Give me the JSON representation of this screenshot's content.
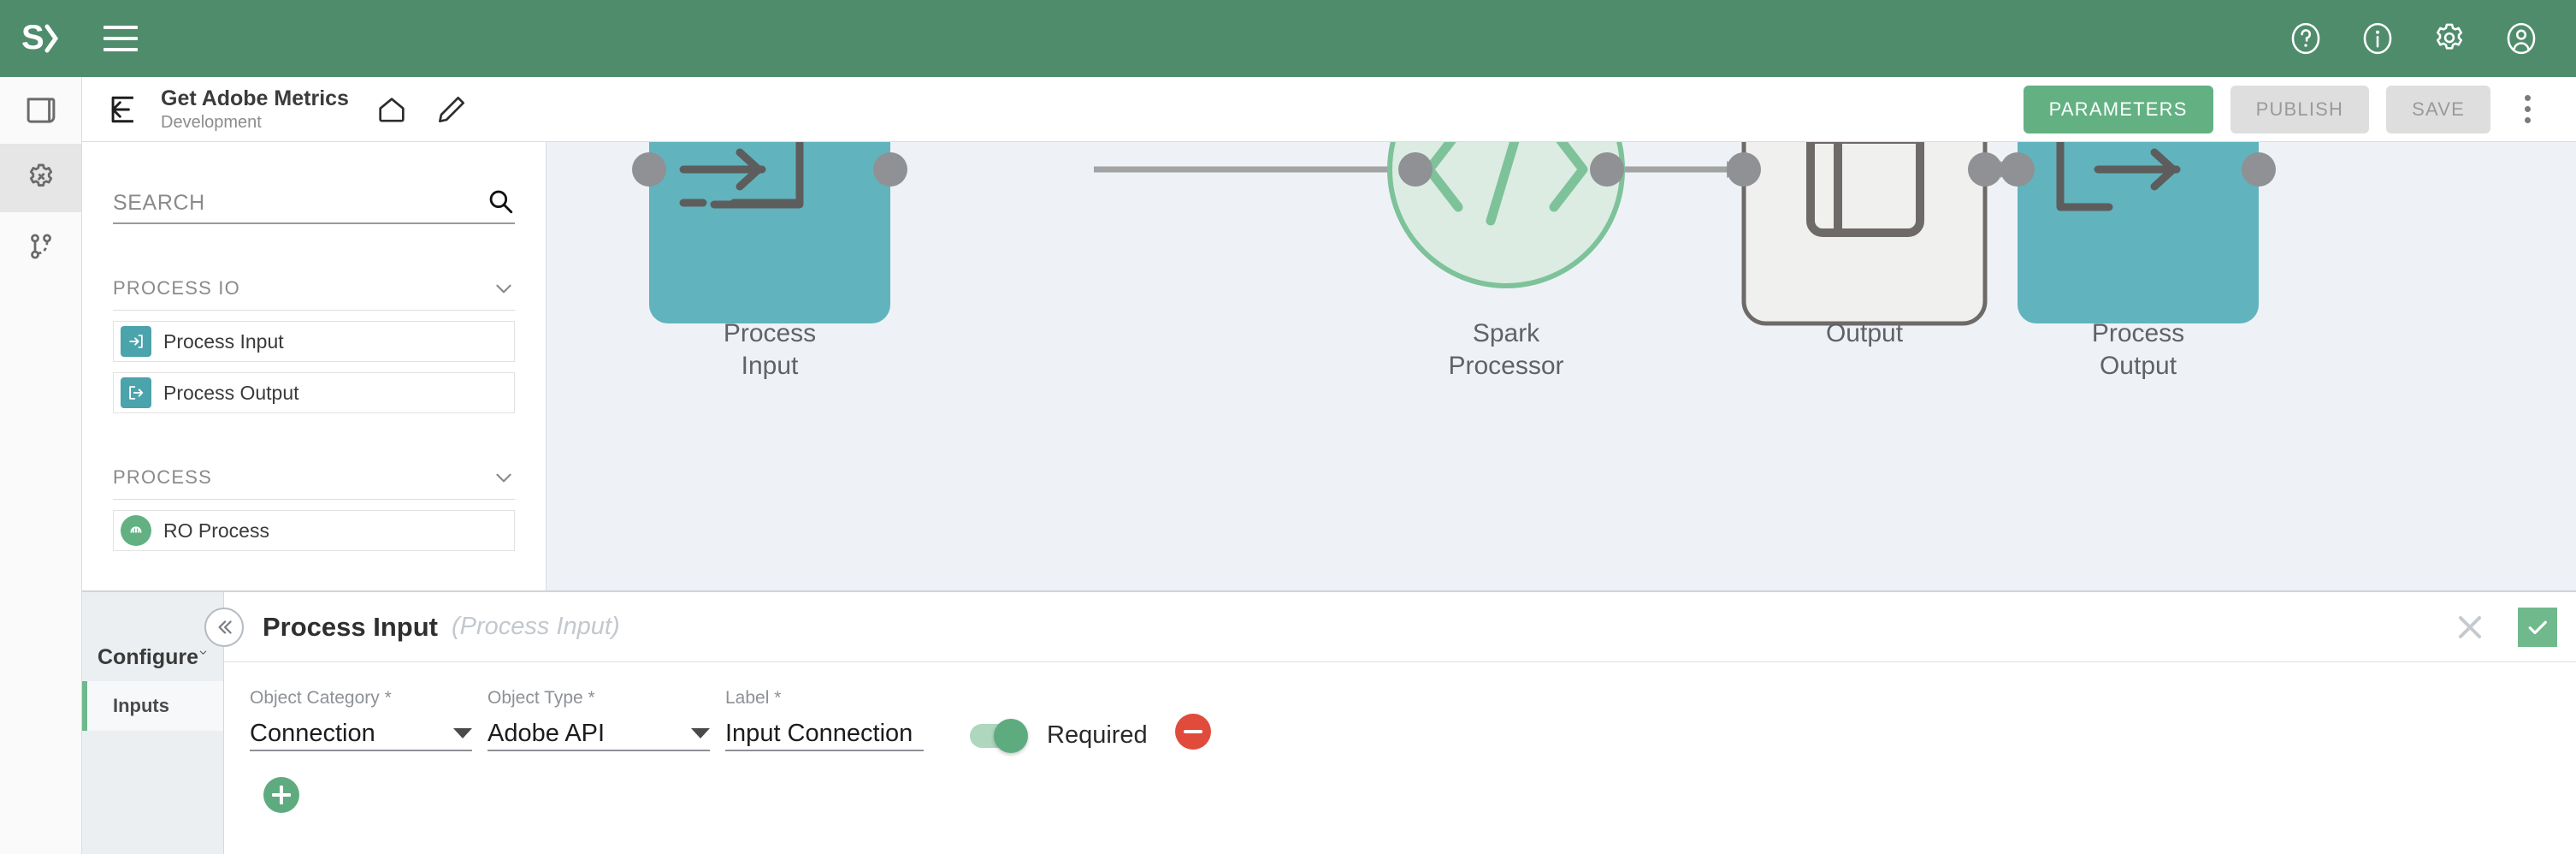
{
  "topbar": {
    "logo_text": "SY",
    "menu_icon": "hamburger-menu-icon",
    "icons": [
      {
        "name": "help-icon",
        "label": "Help"
      },
      {
        "name": "info-icon",
        "label": "Info"
      },
      {
        "name": "settings-gear-icon",
        "label": "Settings"
      },
      {
        "name": "user-account-icon",
        "label": "Account"
      }
    ],
    "bg_color": "#4f8c6c"
  },
  "rail": {
    "items": [
      {
        "name": "canvas-document-icon",
        "active": false
      },
      {
        "name": "settings-gear-icon",
        "active": true
      },
      {
        "name": "branch-graph-icon",
        "active": false
      }
    ]
  },
  "dochead": {
    "back_icon": "back-arrow-icon",
    "title": "Get Adobe Metrics",
    "subtitle": "Development",
    "home_icon": "home-icon",
    "edit_icon": "pencil-edit-icon",
    "buttons": [
      {
        "label": "PARAMETERS",
        "state": "primary"
      },
      {
        "label": "PUBLISH",
        "state": "disabled"
      },
      {
        "label": "SAVE",
        "state": "disabled"
      }
    ],
    "overflow_icon": "kebab-menu-icon",
    "primary_color": "#63b183"
  },
  "palette": {
    "search": {
      "placeholder": "SEARCH",
      "value": "",
      "icon": "search-icon"
    },
    "groups": [
      {
        "title": "PROCESS IO",
        "expanded": true,
        "chevron": "chevron-down-icon",
        "items": [
          {
            "label": "Process Input",
            "icon": "process-input-icon",
            "shape": "square",
            "color": "#4ba3ac"
          },
          {
            "label": "Process Output",
            "icon": "process-output-icon",
            "shape": "square",
            "color": "#4ba3ac"
          }
        ]
      },
      {
        "title": "PROCESS",
        "expanded": true,
        "chevron": "chevron-down-icon",
        "items": [
          {
            "label": "RO Process",
            "icon": "process-circle-icon",
            "shape": "circle",
            "color": "#63b183"
          }
        ]
      }
    ]
  },
  "canvas": {
    "background": "#eef2f7",
    "nodes": [
      {
        "id": "process-input",
        "label": "Process\nInput",
        "label_line1": "Process",
        "label_line2": "Input",
        "shape": "rounded-square",
        "fill": "#61b4bd",
        "icon": "process-input-icon"
      },
      {
        "id": "spark-processor",
        "label": "Spark\nProcessor",
        "label_line1": "Spark",
        "label_line2": "Processor",
        "shape": "circle",
        "fill": "#dcece2",
        "stroke": "#7ec29a",
        "icon": "code-brackets-icon"
      },
      {
        "id": "output",
        "label": "Output",
        "label_line1": "Output",
        "label_line2": "",
        "shape": "rounded-square",
        "fill": "#f0f0ee",
        "stroke": "#6e6a68",
        "icon": "layout-table-icon"
      },
      {
        "id": "process-output",
        "label": "Process\nOutput",
        "label_line1": "Process",
        "label_line2": "Output",
        "shape": "rounded-square",
        "fill": "#61b4bd",
        "icon": "process-output-icon"
      }
    ],
    "edges": [
      {
        "from": "process-input",
        "to": "spark-processor"
      },
      {
        "from": "spark-processor",
        "to": "output"
      },
      {
        "from": "output",
        "to": "process-output"
      }
    ]
  },
  "bottom": {
    "configure": {
      "title": "Configure",
      "chevron": "chevron-down-icon",
      "items": [
        {
          "label": "Inputs",
          "active": true
        }
      ]
    },
    "panel": {
      "collapse_icon": "collapse-double-chevron-left-icon",
      "title": "Process Input",
      "subtitle": "(Process Input)",
      "close_icon": "close-x-icon",
      "confirm_icon": "check-icon",
      "confirm_color": "#6fb98c"
    },
    "form": {
      "fields": [
        {
          "label": "Object Category *",
          "value": "Connection",
          "type": "select"
        },
        {
          "label": "Object Type *",
          "value": "Adobe API",
          "type": "select"
        },
        {
          "label": "Label *",
          "value": "Input Connection",
          "type": "text"
        }
      ],
      "toggle": {
        "label": "Required",
        "on": true,
        "color": "#5eab7f"
      },
      "remove_icon": "remove-minus-icon",
      "remove_color": "#e04b3c",
      "add_icon": "add-plus-icon",
      "add_color": "#5eab7f"
    }
  }
}
